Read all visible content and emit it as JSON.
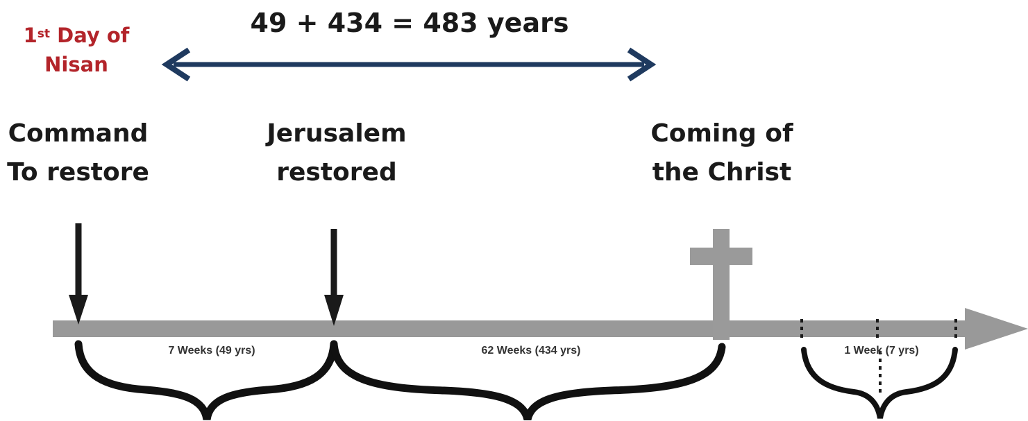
{
  "header": {
    "formula": "49 + 434 = 483 years",
    "nisan_ordinal": "1",
    "nisan_suffix": "st",
    "nisan_rest": "Day of",
    "nisan_month": "Nisan"
  },
  "events": {
    "command_line1": "Command",
    "command_line2": "To restore",
    "jerusalem_line1": "Jerusalem",
    "jerusalem_line2": "restored",
    "christ_line1": "Coming of",
    "christ_line2": "the Christ"
  },
  "periods": {
    "seven_weeks": "7 Weeks (49 yrs)",
    "sixty_two_weeks": "62 Weeks (434 yrs)",
    "one_week": "1 Week (7 yrs)"
  },
  "colors": {
    "span_arrow": "#1f3a5f",
    "nisan_text": "#b3242a",
    "timeline": "#999999",
    "cross": "#9a9a9a",
    "marker_arrows": "#1a1a1a"
  },
  "icons": {
    "cross": "cross-icon"
  }
}
